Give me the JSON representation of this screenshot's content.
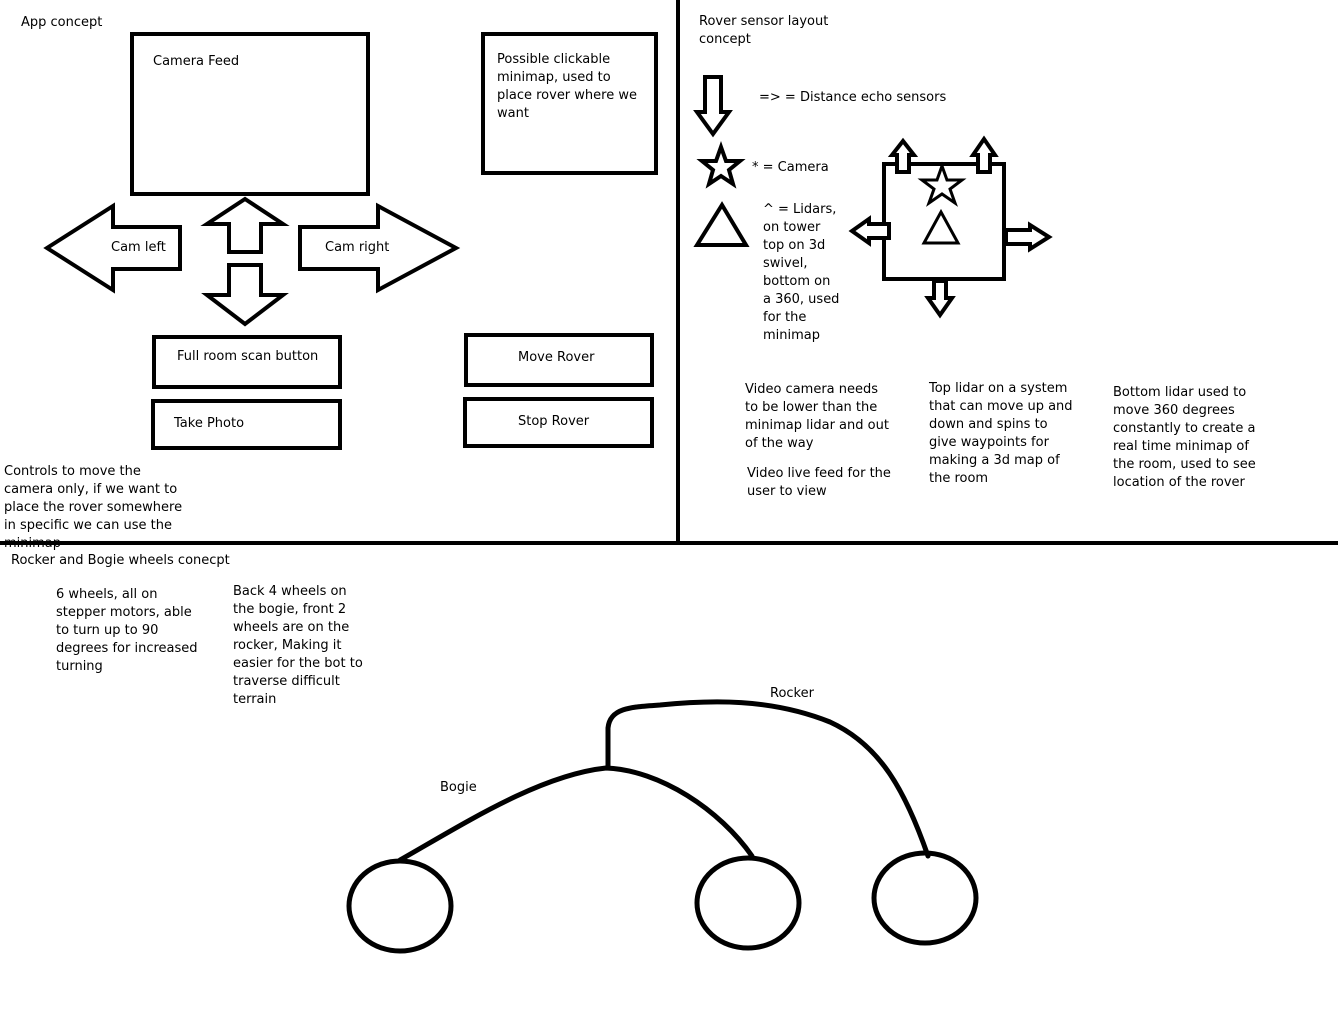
{
  "app_concept": {
    "title": "App concept",
    "camera_feed_label": "Camera Feed",
    "minimap_label": "Possible clickable minimap, used to place rover where we want",
    "cam_left_label": "Cam left",
    "cam_right_label": "Cam right",
    "full_scan_label": "Full room scan button",
    "take_photo_label": "Take Photo",
    "move_rover_label": "Move Rover",
    "stop_rover_label": "Stop Rover",
    "controls_note": "Controls to move the camera only, if we want to place the rover somewhere in specific we can use the minimap"
  },
  "sensor_layout": {
    "title": "Rover sensor layout concept",
    "legend_distance": "=> = Distance echo sensors",
    "legend_camera": "* = Camera",
    "legend_lidars": "^ = Lidars,\non tower\ntop on 3d\nswivel,\nbottom on\na 360, used\nfor the\nminimap",
    "note_video_camera": "Video camera needs to be lower than the minimap lidar and out of the way",
    "note_video_feed": "Video live feed for the user to view",
    "note_top_lidar": "Top lidar on a system that can move up and down and spins to give waypoints for making a 3d map of the room",
    "note_bottom_lidar": "Bottom lidar used to move 360 degrees constantly to create a real time minimap of the room, used to see location of the rover"
  },
  "wheels_concept": {
    "title": "Rocker and Bogie wheels conecpt",
    "note_six_wheels": "6 wheels, all on stepper motors, able to turn up to 90 degrees for increased turning",
    "note_back_wheels": "Back 4 wheels on the bogie, front 2 wheels are on the rocker, Making it easier for the bot to traverse difficult terrain",
    "rocker_label": "Rocker",
    "bogie_label": "Bogie"
  }
}
